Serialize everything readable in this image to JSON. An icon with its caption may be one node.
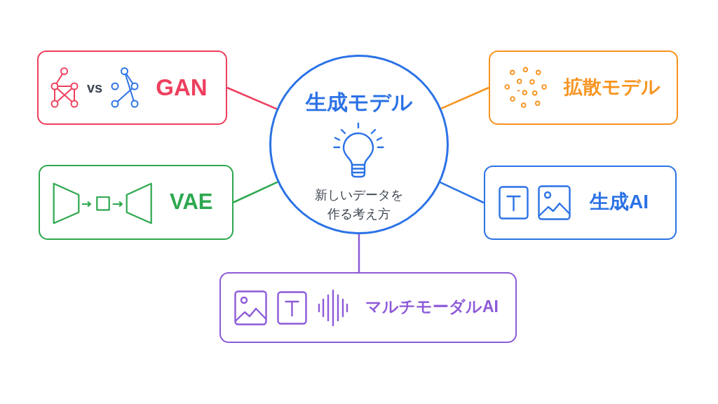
{
  "diagram": {
    "nodes": [
      {
        "text": [
          "生成モデル",
          "新しいデータを作る考え方"
        ]
      },
      {
        "text": [
          "vs",
          "GAN"
        ]
      },
      {
        "text": [
          "拡散モデル"
        ]
      },
      {
        "text": [
          "VAE"
        ]
      },
      {
        "text": [
          "生成AI"
        ]
      },
      {
        "text": [
          "マルチモーダルAI"
        ]
      }
    ],
    "edges": [
      {
        "from": 0,
        "to": 1,
        "arrow": "none",
        "color": "#ee3f5e"
      },
      {
        "from": 0,
        "to": 2,
        "arrow": "none",
        "color": "#f7931e"
      },
      {
        "from": 0,
        "to": 3,
        "arrow": "none",
        "color": "#2ea84f"
      },
      {
        "from": 0,
        "to": 4,
        "arrow": "none",
        "color": "#2b72e6"
      },
      {
        "from": 0,
        "to": 5,
        "arrow": "none",
        "color": "#8d5bd8"
      }
    ]
  }
}
